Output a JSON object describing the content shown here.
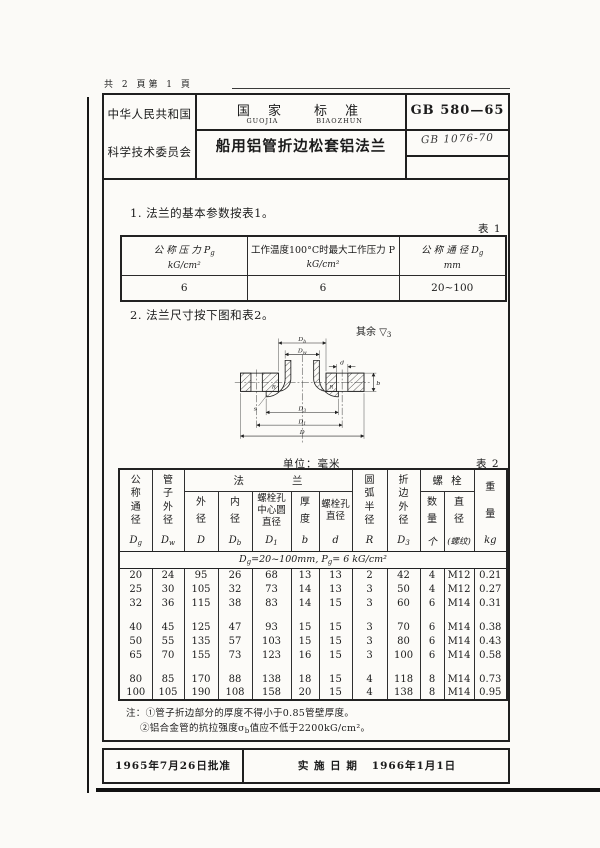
{
  "page": {
    "pagination": "共 2 頁第 1 頁"
  },
  "header": {
    "issuer_line1": "中华人民共和国",
    "issuer_line2": "科学技术委员会",
    "std_groups": [
      {
        "cn": "国 家",
        "py": "GUOJIA"
      },
      {
        "cn": "标 准",
        "py": "BIAOZHUN"
      }
    ],
    "title": "船用铝管折边松套铝法兰",
    "code": "GB 580—65",
    "handwritten_code": "GB 1076-70"
  },
  "sections": {
    "s1": "1.  法兰的基本参数按表1。",
    "s2": "2.  法兰尺寸按下图和表2。"
  },
  "table1": {
    "label": "表 1",
    "col1_title": "公 称 压 力 P",
    "col1_sub": "g",
    "col1_unit": "kG/cm²",
    "col2_title": "工作温度100°C时最大工作压力 P",
    "col2_unit": "kG/cm²",
    "col3_title": "公 称 通 径 D",
    "col3_sub": "g",
    "col3_unit": "mm",
    "row": [
      "6",
      "6",
      "20~100"
    ]
  },
  "figure": {
    "roughness_prefix": "其余 ",
    "roughness_symbol": "▽",
    "roughness_sub": "3",
    "labels": {
      "db": {
        "b": "D",
        "s": "b"
      },
      "dw": {
        "b": "D",
        "s": "w"
      },
      "d": {
        "b": "d",
        "s": ""
      },
      "b": {
        "b": "b",
        "s": ""
      },
      "s": {
        "b": "s",
        "s": ""
      },
      "d3": {
        "b": "D",
        "s": "3"
      },
      "d1": {
        "b": "D",
        "s": "1"
      },
      "D": {
        "b": "D",
        "s": ""
      },
      "r": {
        "b": "R",
        "s": ""
      }
    }
  },
  "table2": {
    "unit": "单位：毫米",
    "label": "表 2",
    "flange_l": "法",
    "flange_r": "兰",
    "bolt_l": "螺",
    "bolt_r": "栓",
    "h_nominal": "公称通径",
    "h_pipe_od": "管子外径",
    "h_od": "外径",
    "h_id": "内径",
    "h_bolt_circle": "螺栓孔中心圆直径",
    "h_thickness": "厚度",
    "h_bolt_hole": "螺栓孔直径",
    "h_radius": "圆弧半径",
    "h_fold_od": "折边外径",
    "h_qty": "数量",
    "h_dia": "直径",
    "h_weight": "重量",
    "symbols": [
      {
        "b": "D",
        "s": "g"
      },
      {
        "b": "D",
        "s": "w"
      },
      {
        "b": "D",
        "s": ""
      },
      {
        "b": "D",
        "s": "b"
      },
      {
        "b": "D",
        "s": "1"
      },
      {
        "b": "b",
        "s": ""
      },
      {
        "b": "d",
        "s": ""
      },
      {
        "b": "R",
        "s": ""
      },
      {
        "b": "D",
        "s": "3"
      },
      {
        "b": "个",
        "s": ""
      },
      {
        "b": "(螺纹)",
        "s": ""
      },
      {
        "b": "kg",
        "s": ""
      }
    ],
    "subheader_parts": [
      "D",
      "g",
      "=20~100mm,  ",
      "P",
      "g",
      "= 6 kG/cm²"
    ],
    "rows": [
      [
        "20",
        "24",
        "95",
        "26",
        "68",
        "13",
        "13",
        "2",
        "42",
        "4",
        "M12",
        "0.21"
      ],
      [
        "25",
        "30",
        "105",
        "32",
        "73",
        "14",
        "13",
        "3",
        "50",
        "4",
        "M12",
        "0.27"
      ],
      [
        "32",
        "36",
        "115",
        "38",
        "83",
        "14",
        "15",
        "3",
        "60",
        "6",
        "M14",
        "0.31"
      ],
      [
        "40",
        "45",
        "125",
        "47",
        "93",
        "15",
        "15",
        "3",
        "70",
        "6",
        "M14",
        "0.38"
      ],
      [
        "50",
        "55",
        "135",
        "57",
        "103",
        "15",
        "15",
        "3",
        "80",
        "6",
        "M14",
        "0.43"
      ],
      [
        "65",
        "70",
        "155",
        "73",
        "123",
        "16",
        "15",
        "3",
        "100",
        "6",
        "M14",
        "0.58"
      ],
      [
        "80",
        "85",
        "170",
        "88",
        "138",
        "18",
        "15",
        "4",
        "118",
        "8",
        "M14",
        "0.73"
      ],
      [
        "100",
        "105",
        "190",
        "108",
        "158",
        "20",
        "15",
        "4",
        "138",
        "8",
        "M14",
        "0.95"
      ]
    ],
    "group_breaks": [
      3,
      6
    ]
  },
  "notes": {
    "line1": "注：①管子折边部分的厚度不得小于0.85管壁厚度。",
    "line2_pre": "②铝合金管的抗拉强度σ",
    "line2_sub": "b",
    "line2_post": "值应不低于2200kG/cm²。"
  },
  "footer": {
    "approved": "1965年7月26日批准",
    "impl_label": "实 施 日 期",
    "impl_date": "1966年1月1日"
  }
}
